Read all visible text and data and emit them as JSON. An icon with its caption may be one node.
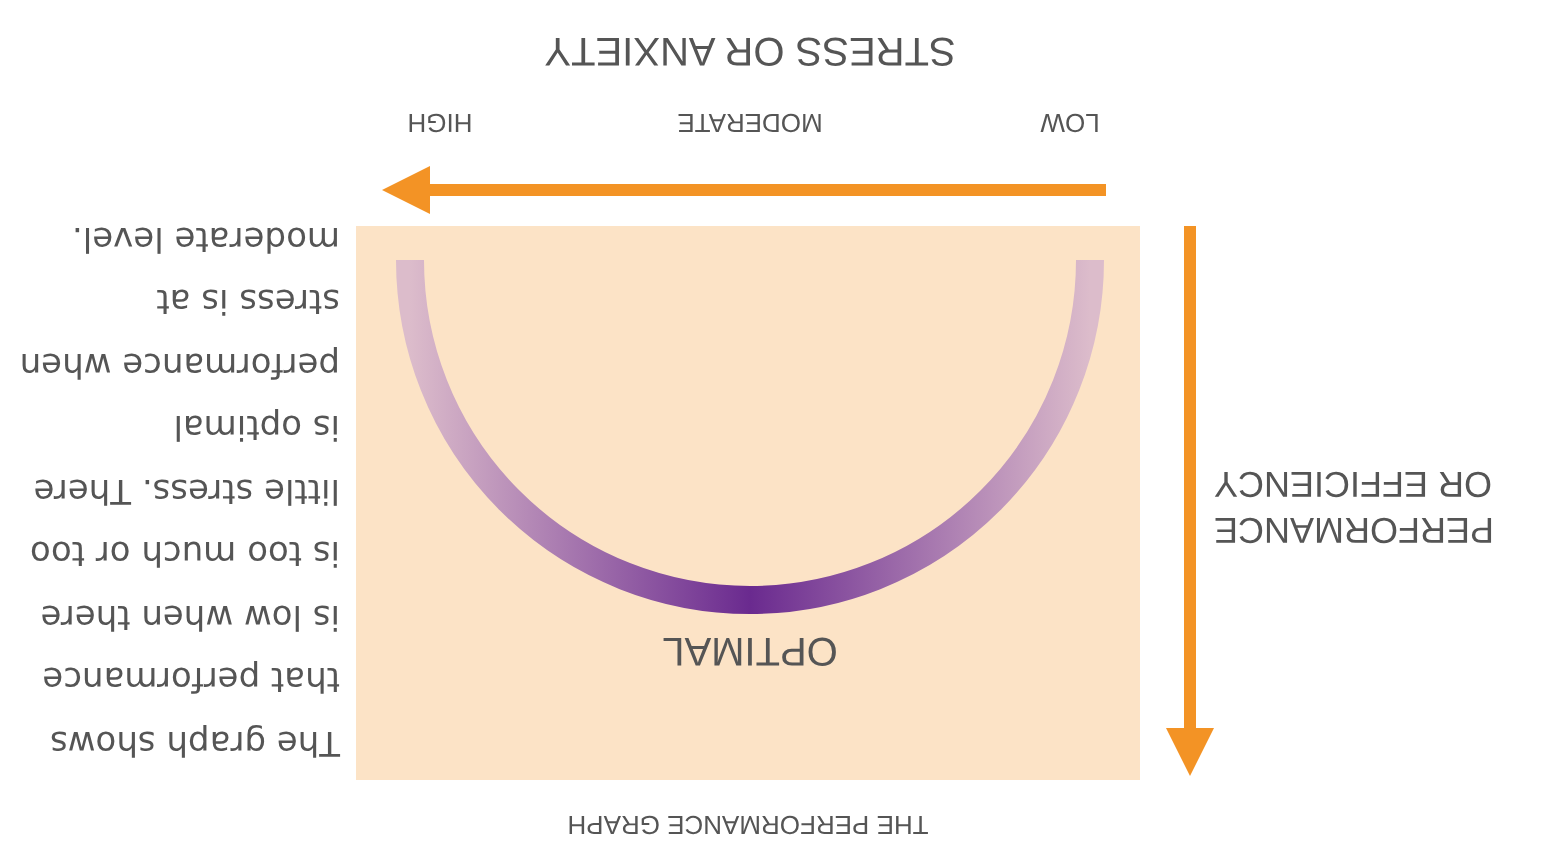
{
  "diagram": {
    "title": "THE PERFORMANCE GRAPH",
    "labels": [
      "OPTIMAL",
      "PERFORMANCE OR EFFICIENCY",
      "LOW",
      "MODERATE",
      "HIGH",
      "STRESS OR ANXIETY",
      "The graph shows that performance is low when there is too much or too little stress. There is optimal performance when stress is at moderate level."
    ]
  }
}
